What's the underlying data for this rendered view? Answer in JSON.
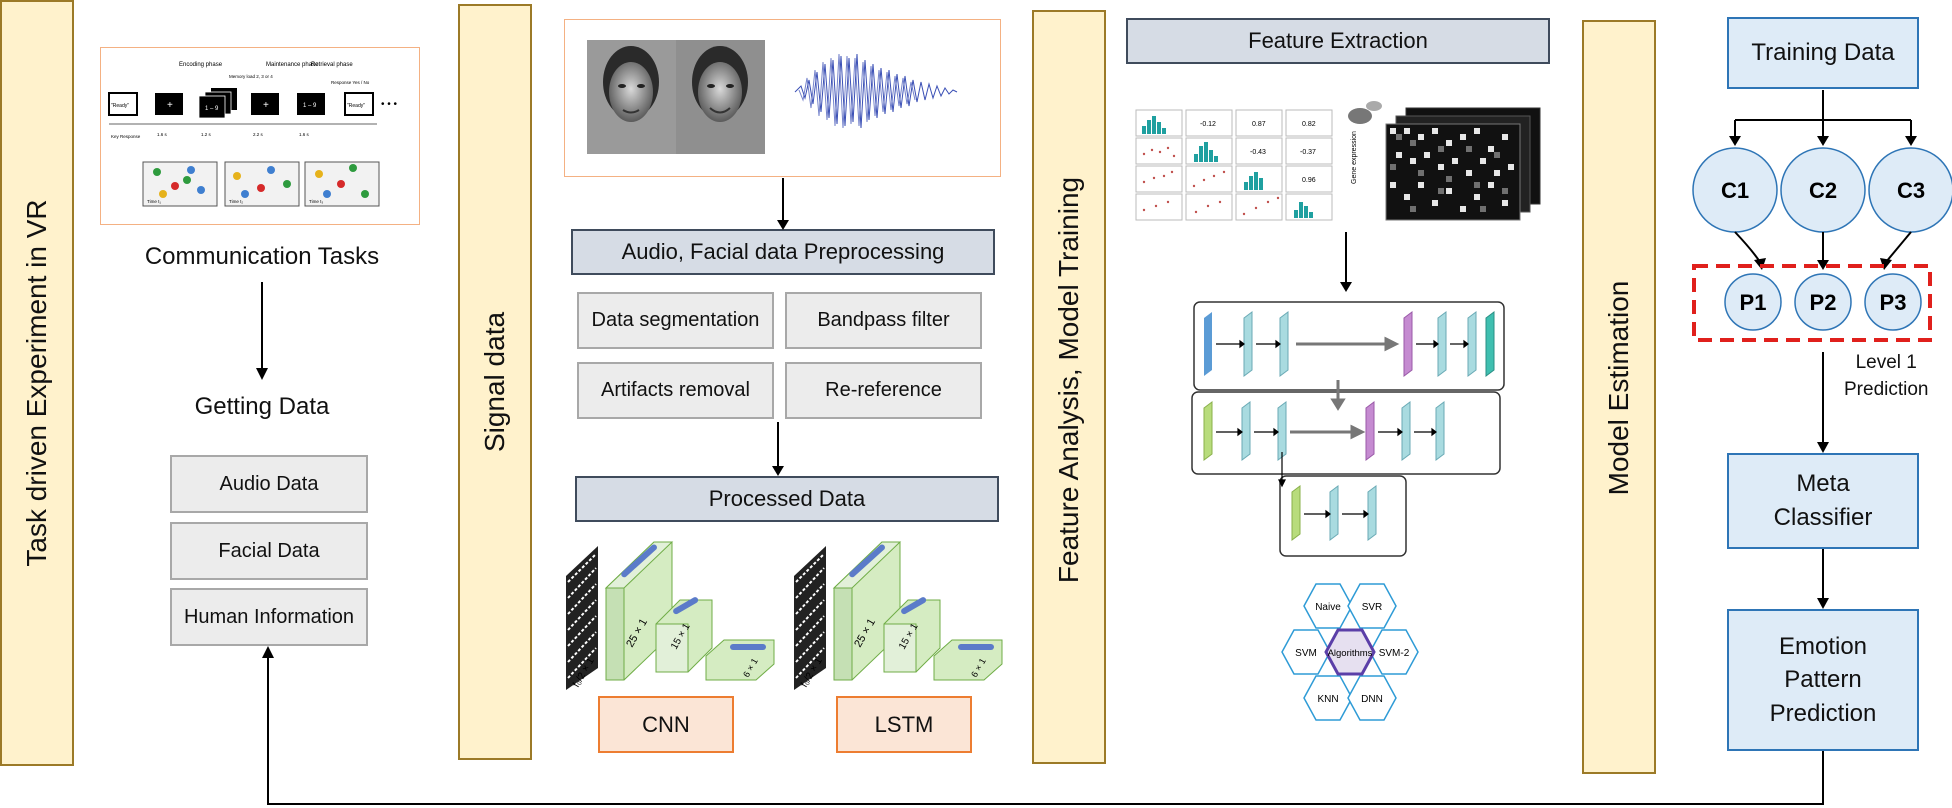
{
  "columns": {
    "task_vr": "Task driven Experiment in VR",
    "signal": "Signal data",
    "feature": "Feature Analysis, Model Training",
    "model": "Model Estimation"
  },
  "col1": {
    "image_phases": [
      "Encoding phase",
      "Maintenance phase",
      "Retrieval phase"
    ],
    "image_small": [
      "\"Ready\"",
      "Key Response",
      "Memory load 2, 3 or 4",
      "Response Yes / No",
      "Time t₁",
      "Time t₂",
      "Time t₃",
      "1.6 s",
      "1.2 s",
      "2.2 s",
      "1.6 s"
    ],
    "caption": "Communication Tasks",
    "getting": "Getting Data",
    "boxes": [
      "Audio Data",
      "Facial Data",
      "Human Information"
    ]
  },
  "col2": {
    "preprocessing": "Audio, Facial data Preprocessing",
    "steps": [
      "Data segmentation",
      "Bandpass filter",
      "Artifacts removal",
      "Re-reference"
    ],
    "processed": "Processed Data",
    "cnn_labels": [
      "25 × 1",
      "15 × 1",
      "6 × 1",
      "f₀/2 × 1"
    ],
    "models": [
      "CNN",
      "LSTM"
    ]
  },
  "col3": {
    "title": "Feature Extraction",
    "corr_values": [
      "-0.12",
      "0.87",
      "0.82",
      "-0.43",
      "-0.37",
      "0.96"
    ],
    "gene_label": "Gene expression",
    "algorithms": [
      "Naive",
      "SVR",
      "SVM",
      "Algorithms",
      "SVM-2",
      "KNN",
      "DNN"
    ]
  },
  "col4": {
    "training": "Training Data",
    "classes": [
      "C1",
      "C2",
      "C3"
    ],
    "predictions": [
      "P1",
      "P2",
      "P3"
    ],
    "level": "Level 1\nPrediction",
    "meta": "Meta\nClassifier",
    "emotion": "Emotion\nPattern\nPrediction"
  },
  "colors": {
    "band_fill": "#fff2cc",
    "band_border": "#9c7a27",
    "blue_fill": "#deebf7",
    "blue_border": "#2e75b6",
    "orange_fill": "#fbe5d6",
    "orange_border": "#ed7d31",
    "dashed_red": "#e0201c"
  }
}
